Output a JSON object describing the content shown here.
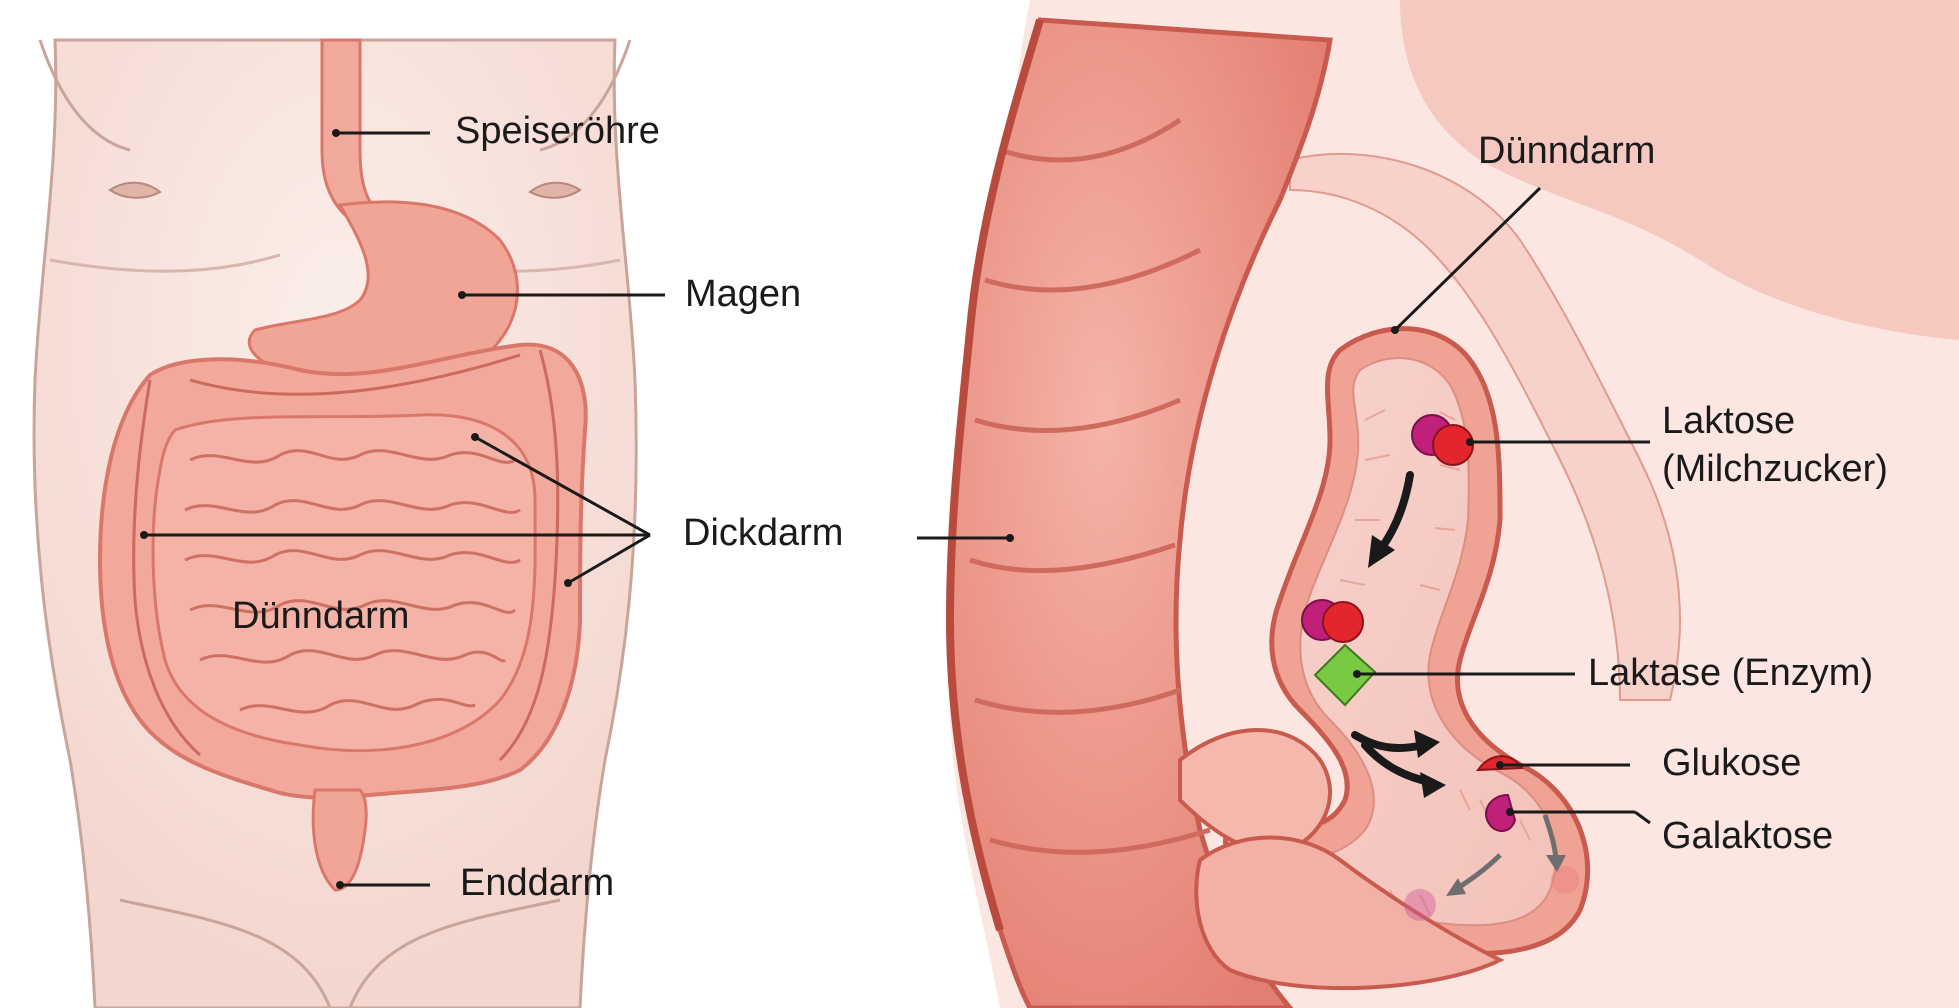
{
  "left_panel": {
    "labels": {
      "esophagus": "Speiseröhre",
      "stomach": "Magen",
      "large_intestine": "Dickdarm",
      "small_intestine": "Dünndarm",
      "rectum": "Enddarm"
    }
  },
  "right_panel": {
    "labels": {
      "small_intestine": "Dünndarm",
      "lactose_line1": "Laktose",
      "lactose_line2": "(Milchzucker)",
      "lactase": "Laktase (Enzym)",
      "glucose": "Glukose",
      "galactose": "Galaktose"
    }
  },
  "colors": {
    "skin": "#f7e2dc",
    "organ": "#f2a89a",
    "organ_dark": "#d9685c",
    "lactose_magenta": "#c0207a",
    "lactose_red": "#e3262e",
    "lactase_green": "#7ac943"
  }
}
